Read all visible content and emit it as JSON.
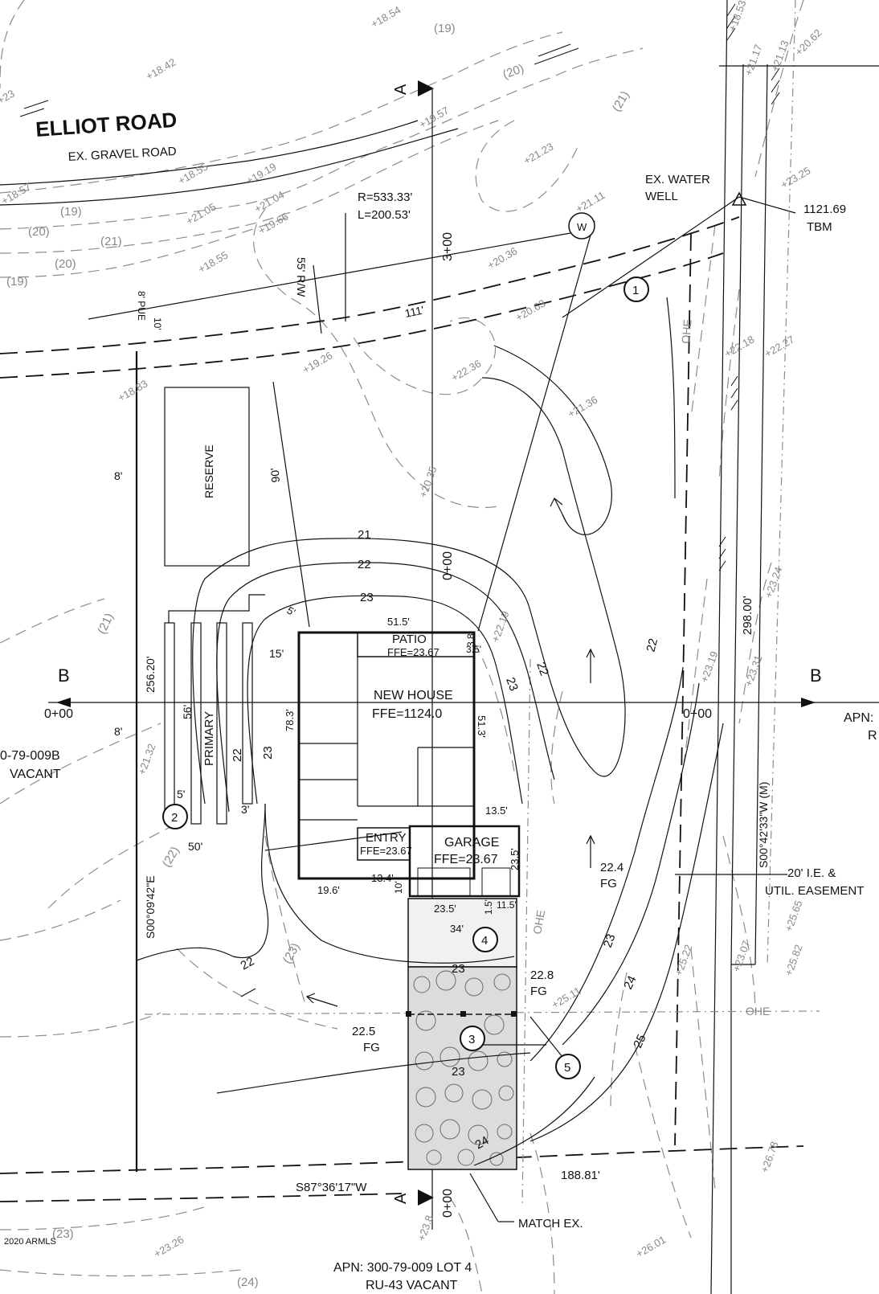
{
  "road": {
    "name": "ELLIOT ROAD",
    "surface": "EX. GRAVEL ROAD"
  },
  "row_label": "55' R/W",
  "curve": {
    "radius": "R=533.33'",
    "length": "L=200.53'"
  },
  "well": {
    "line1": "EX. WATER",
    "line2": "WELL",
    "symbol": "W"
  },
  "tbm": {
    "elev": "1121.69",
    "label": "TBM"
  },
  "section_a": "A",
  "section_b": "B",
  "stations": {
    "s300": "3+00",
    "s000_top": "0+00",
    "s000_left": "0+00",
    "s000_right": "0+00",
    "s000_bottom": "0+00"
  },
  "dims": {
    "pue": "8' PUE",
    "ten": "10'",
    "eight_a": "8'",
    "eight_b": "8'",
    "dist_111": "111'",
    "dist_90": "90'",
    "d256": "256.20'",
    "d15": "15'",
    "d5": "5'",
    "d56": "56'",
    "d5b": "5'",
    "d3": "3'",
    "d50": "50'",
    "d51_5": "51.5'",
    "d3_8": "3.8'",
    "d3_5": "3.5'",
    "d78_3": "78.3'",
    "d51_3": "51.3'",
    "d13_5": "13.5'",
    "d23_5": "23.5'",
    "d19_6": "19.6'",
    "d13_4": "13.4'",
    "d10": "10'",
    "d23_5b": "23.5'",
    "d1_5": "1.5'",
    "d11_5": "11.5'",
    "d34": "34'",
    "d298": "298.00'",
    "d188": "188.81'"
  },
  "labels": {
    "reserve": "RESERVE",
    "primary": "PRIMARY",
    "patio": "PATIO",
    "patio_ffe": "FFE=23.67",
    "house": "NEW HOUSE",
    "house_ffe": "FFE=1124.0",
    "entry": "ENTRY",
    "entry_ffe": "FFE=23.67",
    "garage": "GARAGE",
    "garage_ffe": "FFE=23.67",
    "ohe1": "OHE",
    "ohe2": "OHE",
    "ohe3": "OHE",
    "easement1": "20' I.E. &",
    "easement2": "UTIL. EASEMENT",
    "bearing_w": "S00°09'42\"E",
    "bearing_e": "S00°42'33\"W (M)",
    "bearing_s": "S87°36'17\"W",
    "match": "MATCH EX.",
    "fg1": "22.4",
    "fg1b": "FG",
    "fg2": "22.8",
    "fg2b": "FG",
    "fg3": "22.5",
    "fg3b": "FG"
  },
  "parcels": {
    "west1": "0-79-009B",
    "west2": "VACANT",
    "east1": "APN:",
    "east2": "R",
    "south1": "APN:  300-79-009  LOT 4",
    "south2": "RU-43   VACANT"
  },
  "keynotes": [
    "1",
    "2",
    "3",
    "4",
    "5"
  ],
  "contours": {
    "c19": "19",
    "c20": "20",
    "c21": "21",
    "c22": "22",
    "c23": "23",
    "c24": "24",
    "c25": "25"
  },
  "contour_labels_paren": [
    "(19)",
    "(20)",
    "(21)",
    "(20)",
    "(19)",
    "(19)",
    "(20)",
    "(21)",
    "(22)",
    "(23)",
    "(23)",
    "(24)",
    "(21)"
  ],
  "spot_elevations": [
    "+18.54",
    "+18.42",
    "+23",
    "+19.57",
    "+21.23",
    "+18.57",
    "+18.55",
    "+19.19",
    "+21.04",
    "+21.05",
    "+19.66",
    "+18.55",
    "+20.36",
    "+20.63",
    "+21.11",
    "+23.25",
    "+22.36",
    "+19.26",
    "+18.83",
    "+21.36",
    "+22.18",
    "+22.27",
    "+20.35",
    "+22.19",
    "+23.24",
    "+23.19",
    "+23.31",
    "+21.32",
    "+25.22",
    "+23.07",
    "+25.11",
    "+25.65",
    "+25.82",
    "+26.78",
    "+23.26",
    "+23.8",
    "+26.01",
    "+21.17",
    "+21.13",
    "+18.53",
    "+20.62"
  ],
  "copyright": "2020 ARMLS"
}
